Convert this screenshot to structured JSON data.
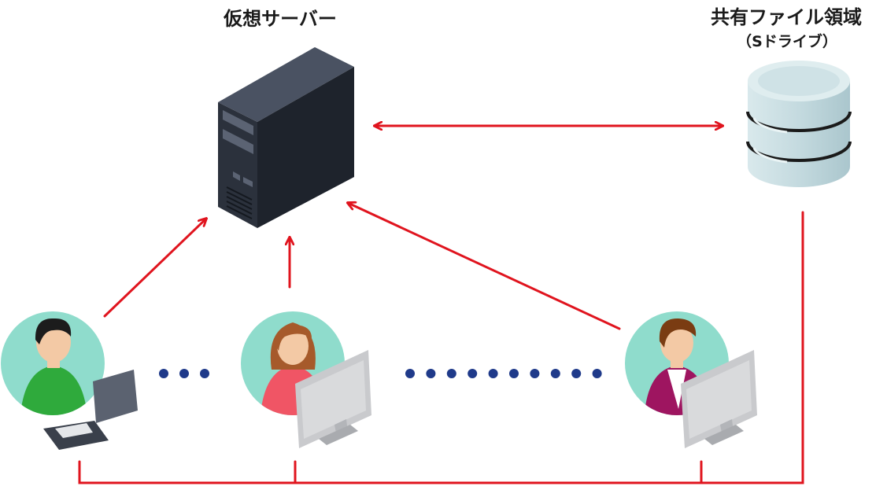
{
  "labels": {
    "server_title": "仮想サーバー",
    "storage_title": "共有ファイル領域",
    "storage_subtitle": "（Sドライブ）"
  },
  "colors": {
    "arrow": "#e0141e",
    "dots": "#1f3a8a",
    "avatar_bg": "#8fdccc",
    "server_front": "#2b313c",
    "server_side": "#1e232c",
    "server_top": "#4a5262",
    "db_body": "#c6dce1",
    "person1_shirt": "#2faa3c",
    "person2_shirt": "#f05565",
    "person3_shirt": "#9e1560"
  },
  "icons": {
    "server": "server-tower-icon",
    "storage": "database-icon",
    "user1": "user-with-laptop-icon",
    "user2": "user-with-monitor-icon",
    "user3": "user-with-monitor-icon"
  },
  "dots": {
    "left_group_count": 3,
    "right_group_count": 10
  }
}
